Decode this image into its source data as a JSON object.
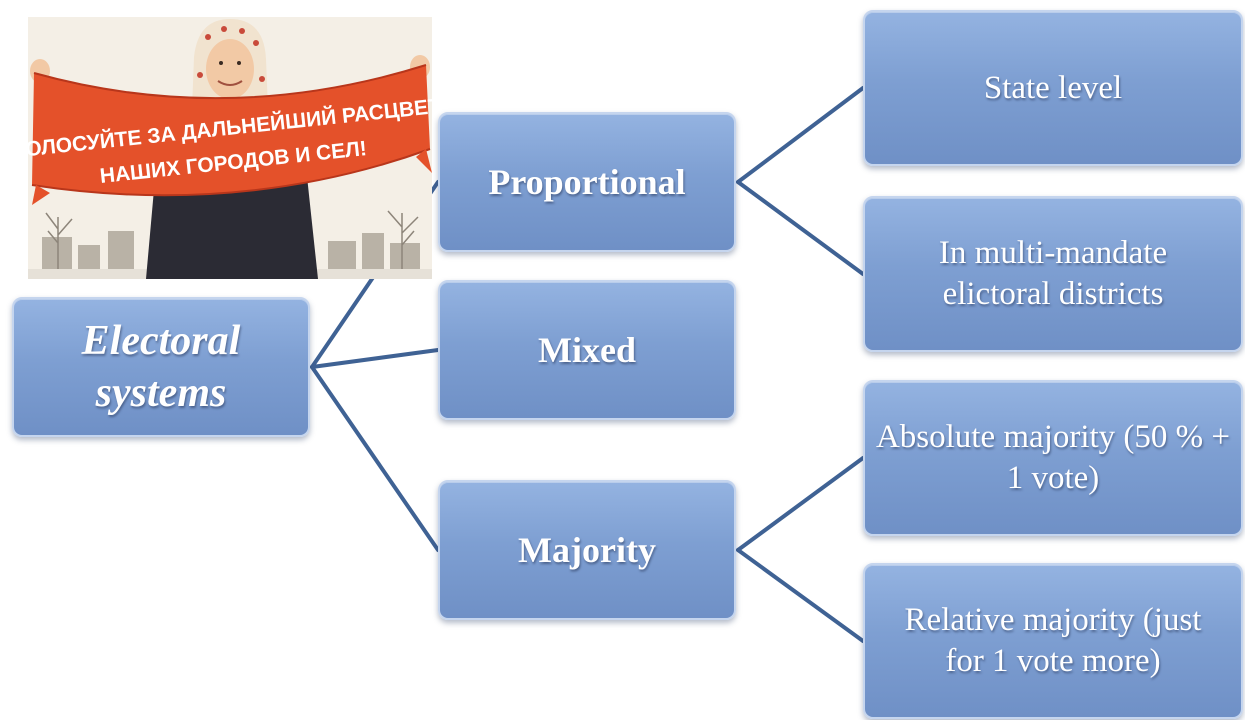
{
  "root": {
    "label": "Electoral systems"
  },
  "types": [
    {
      "label": "Proportional"
    },
    {
      "label": "Mixed"
    },
    {
      "label": "Majority"
    }
  ],
  "subtypes": [
    {
      "label": "State level"
    },
    {
      "label": "In multi-mandate elictoral districts"
    },
    {
      "label": "Absolute majority (50 % + 1 vote)"
    },
    {
      "label": "Relative majority (just for 1 vote more)"
    }
  ],
  "poster": {
    "banner_text_line1": "ГОЛОСУЙТЕ ЗА ДАЛЬНЕЙШИЙ РАСЦВЕТ",
    "banner_text_line2": "НАШИХ ГОРОДОВ И СЕЛ!"
  },
  "colors": {
    "node_fill": "#7e9fd2",
    "connector": "#3f6294",
    "banner": "#e4512a"
  }
}
